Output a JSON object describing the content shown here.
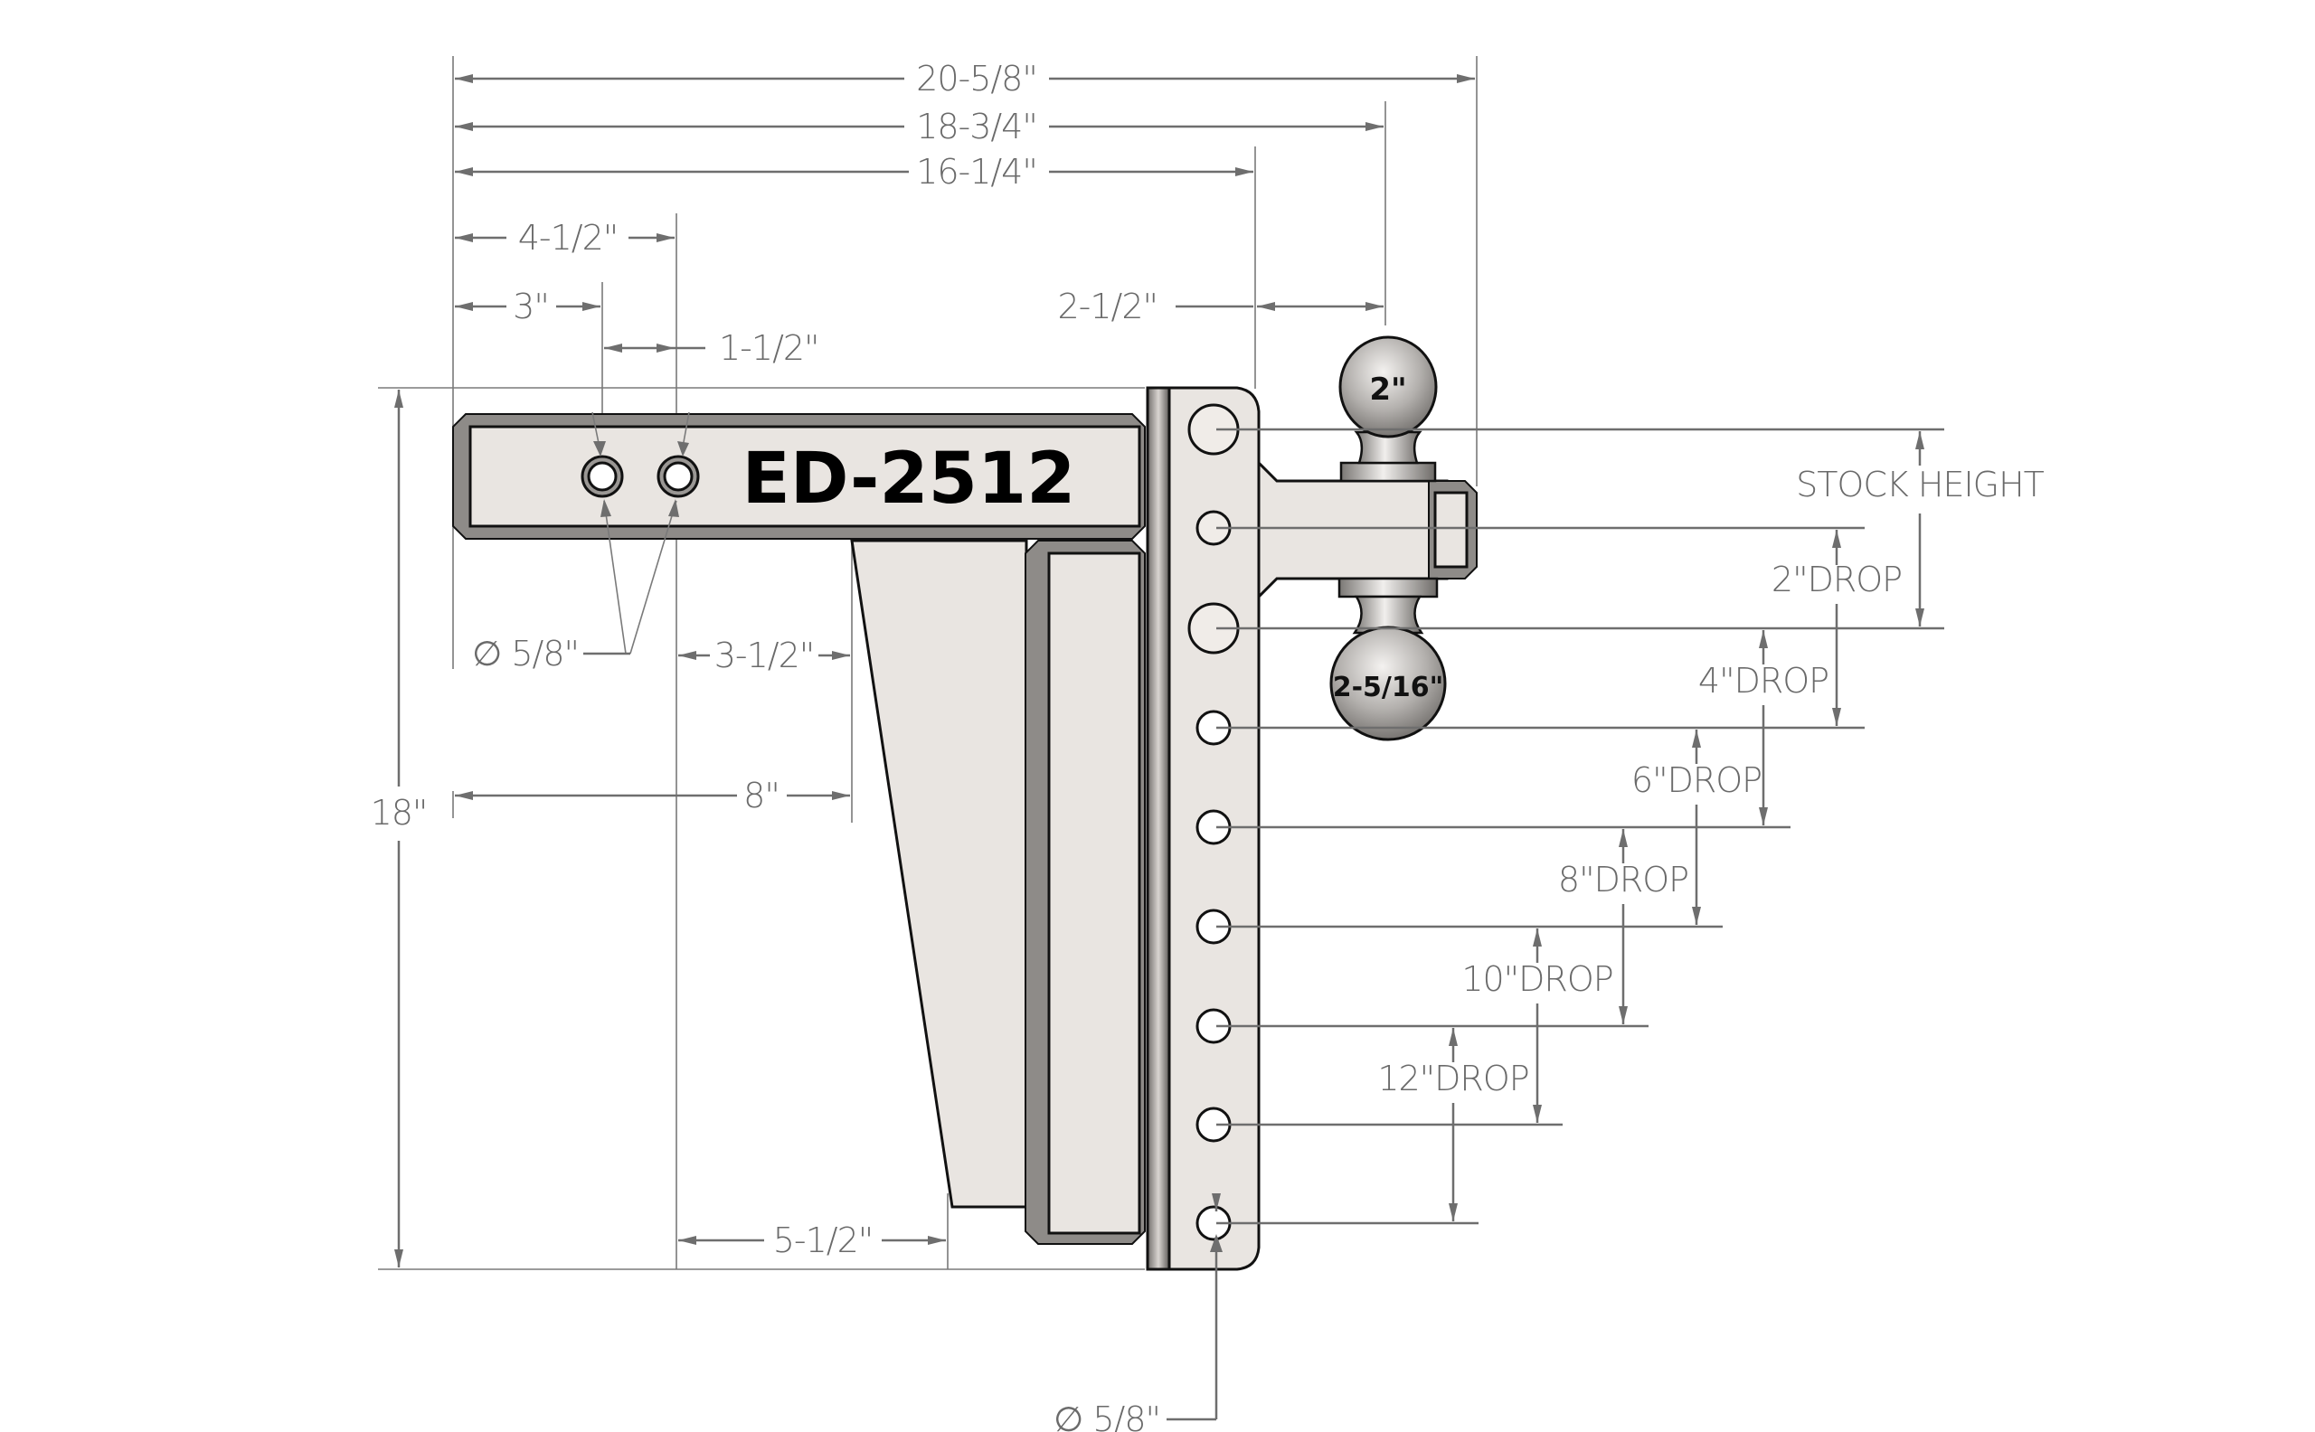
{
  "drawing": {
    "model_label": "ED-2512",
    "ball_top_label": "2\"",
    "ball_bottom_label": "2-5/16\"",
    "colors": {
      "dimension_line": "#6e6e6e",
      "part_fill": "#e9e5e1",
      "outline": "#111111",
      "ball_fill": "#a9a6a3"
    }
  },
  "dimensions": {
    "overall_length": "20-5/8\"",
    "length_to_top_ball": "18-3/4\"",
    "length_to_plate": "16-1/4\"",
    "pin_hole_2": "4-1/2\"",
    "pin_hole_1": "3\"",
    "pin_spacing": "1-1/2\"",
    "ball_offset": "2-1/2\"",
    "pin_hole_dia": "∅ 5/8\"",
    "gusset_top": "3-1/2\"",
    "shank_length": "8\"",
    "gusset_bottom": "5-1/2\"",
    "overall_height": "18\"",
    "plate_hole_dia": "∅ 5/8\""
  },
  "height_labels": [
    {
      "label": "STOCK HEIGHT"
    },
    {
      "label": "2\"DROP"
    },
    {
      "label": "4\"DROP"
    },
    {
      "label": "6\"DROP"
    },
    {
      "label": "8\"DROP"
    },
    {
      "label": "10\"DROP"
    },
    {
      "label": "12\"DROP"
    }
  ]
}
